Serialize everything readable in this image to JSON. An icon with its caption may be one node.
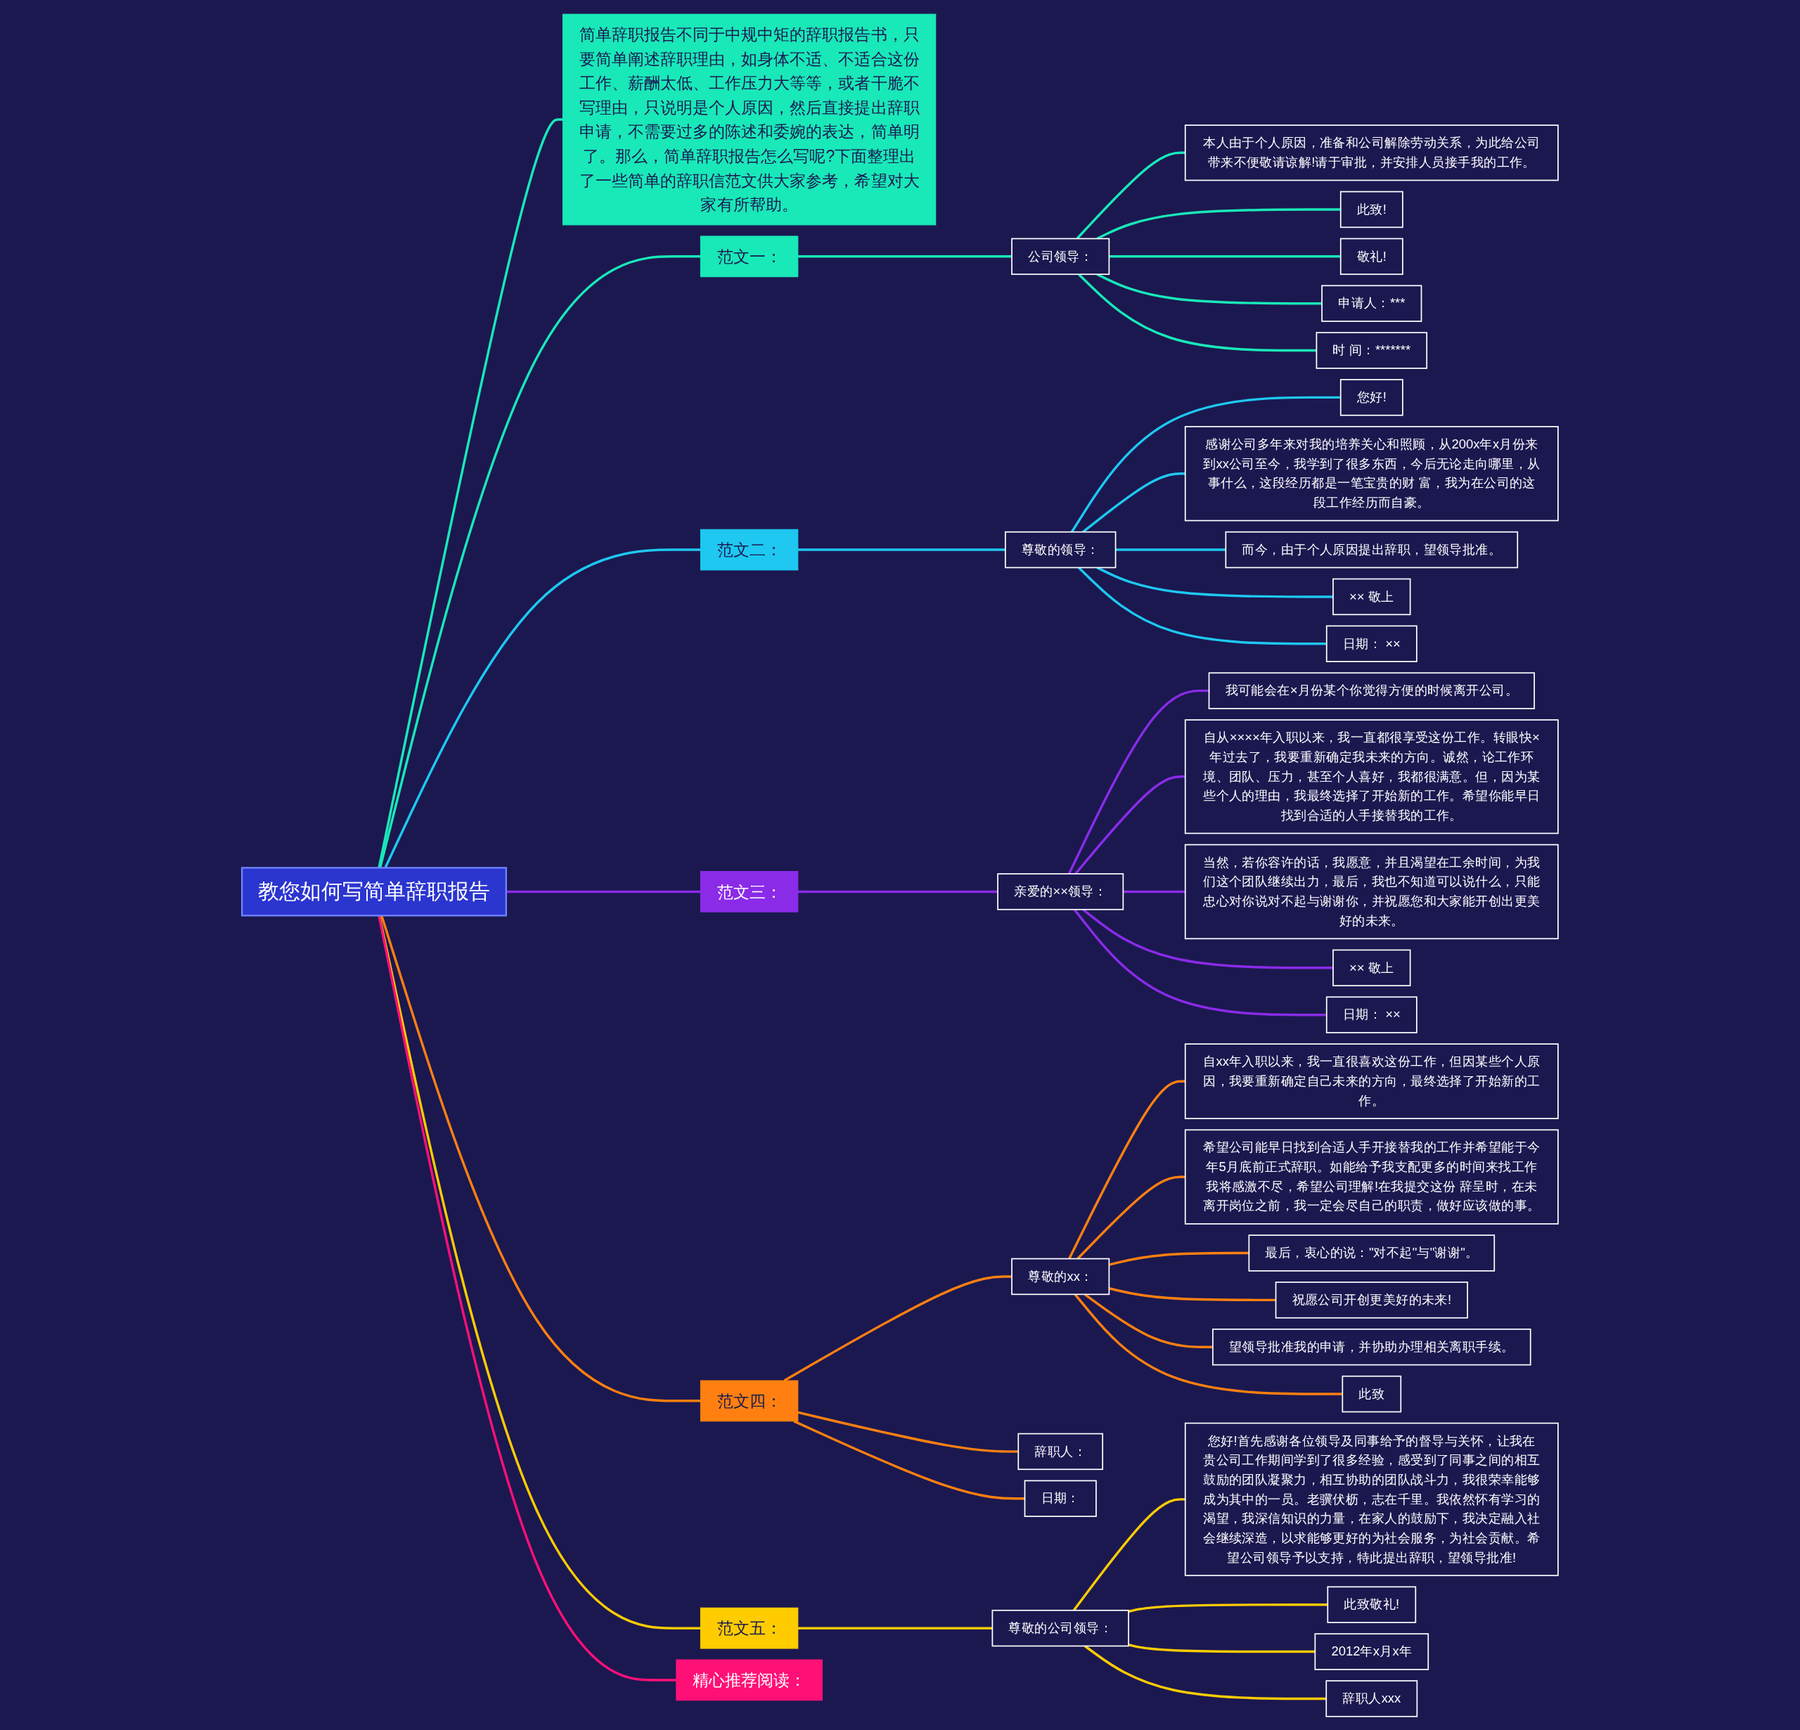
{
  "diagram": {
    "nodes": [
      {
        "text": [
          "教您如何写简单辞职报告"
        ]
      },
      {
        "text": [
          "简单辞职报告不同于中规中矩的辞职报告书，只要简单阐述辞职理由，如身体不适、不适合这份工作、薪酬太低、工作压力大等等，或者干脆不写理由，只说明是个人原因，然后直接提出辞职申请，不需要过多的陈述和委婉的表达，简单明了。那么，简单辞职报告怎么写呢?下面整理出了一些简单的辞职信范文供大家参考，希望对大家有所帮助。"
        ]
      },
      {
        "text": [
          "范文一："
        ]
      },
      {
        "text": [
          "公司领导："
        ]
      },
      {
        "text": [
          "本人由于个人原因，准备和公司解除劳动关系，为此给公司带来不便敬请谅解!请于审批，并安排人员接手我的工作。"
        ]
      },
      {
        "text": [
          "此致!"
        ]
      },
      {
        "text": [
          "敬礼!"
        ]
      },
      {
        "text": [
          "申请人：***"
        ]
      },
      {
        "text": [
          "时 间：*******"
        ]
      },
      {
        "text": [
          "范文二："
        ]
      },
      {
        "text": [
          "尊敬的领导："
        ]
      },
      {
        "text": [
          "您好!"
        ]
      },
      {
        "text": [
          "感谢公司多年来对我的培养关心和照顾，从200x年x月份来到xx公司至今，我学到了很多东西，今后无论走向哪里，从事什么，这段经历都是一笔宝贵的财 富，我为在公司的这段工作经历而自豪。"
        ]
      },
      {
        "text": [
          "而今，由于个人原因提出辞职，望领导批准。"
        ]
      },
      {
        "text": [
          "×× 敬上"
        ]
      },
      {
        "text": [
          "日期：  ××"
        ]
      },
      {
        "text": [
          "范文三："
        ]
      },
      {
        "text": [
          "亲爱的××领导："
        ]
      },
      {
        "text": [
          "我可能会在×月份某个你觉得方便的时候离开公司。"
        ]
      },
      {
        "text": [
          "自从××××年入职以来，我一直都很享受这份工作。转眼快×年过去了，我要重新确定我未来的方向。诚然，论工作环境、团队、压力，甚至个人喜好，我都很满意。但，因为某些个人的理由，我最终选择了开始新的工作。希望你能早日找到合适的人手接替我的工作。"
        ]
      },
      {
        "text": [
          "当然，若你容许的话，我愿意，并且渴望在工余时间，为我们这个团队继续出力，最后，我也不知道可以说什么，只能忠心对你说对不起与谢谢你，并祝愿您和大家能开创出更美好的未来。"
        ]
      },
      {
        "text": [
          "×× 敬上"
        ]
      },
      {
        "text": [
          "日期：  ××"
        ]
      },
      {
        "text": [
          "范文四："
        ]
      },
      {
        "text": [
          "尊敬的xx："
        ]
      },
      {
        "text": [
          "自xx年入职以来，我一直很喜欢这份工作，但因某些个人原因，我要重新确定自己未来的方向，最终选择了开始新的工作。"
        ]
      },
      {
        "text": [
          "希望公司能早日找到合适人手开接替我的工作并希望能于今年5月底前正式辞职。如能给予我支配更多的时间来找工作我将感激不尽，希望公司理解!在我提交这份 辞呈时，在未离开岗位之前，我一定会尽自己的职责，做好应该做的事。"
        ]
      },
      {
        "text": [
          "最后，衷心的说：\"对不起\"与\"谢谢\"。"
        ]
      },
      {
        "text": [
          "祝愿公司开创更美好的未来!"
        ]
      },
      {
        "text": [
          "望领导批准我的申请，并协助办理相关离职手续。"
        ]
      },
      {
        "text": [
          "此致"
        ]
      },
      {
        "text": [
          "辞职人："
        ]
      },
      {
        "text": [
          "日期："
        ]
      },
      {
        "text": [
          "范文五："
        ]
      },
      {
        "text": [
          "尊敬的公司领导："
        ]
      },
      {
        "text": [
          "您好!首先感谢各位领导及同事给予的督导与关怀，让我在贵公司工作期间学到了很多经验，感受到了同事之间的相互鼓励的团队凝聚力，相互协助的团队战斗力，我很荣幸能够成为其中的一员。老骥伏枥，志在千里。我依然怀有学习的渴望，我深信知识的力量，在家人的鼓励下，我决定融入社会继续深造，以求能够更好的为社会服务，为社会贡献。希望公司领导予以支持，特此提出辞职，望领导批准!"
        ]
      },
      {
        "text": [
          "此致敬礼!"
        ]
      },
      {
        "text": [
          "2012年x月x年"
        ]
      },
      {
        "text": [
          "辞职人xxx"
        ]
      },
      {
        "text": [
          "精心推荐阅读："
        ]
      }
    ],
    "edges": [
      {
        "from": 0,
        "to": 1,
        "arrow": "none",
        "color": "#19e8b8"
      },
      {
        "from": 0,
        "to": 2,
        "arrow": "none",
        "color": "#19e8b8"
      },
      {
        "from": 2,
        "to": 3,
        "arrow": "none",
        "color": "#19e8b8"
      },
      {
        "from": 3,
        "to": 4,
        "arrow": "none",
        "color": "#19e8b8"
      },
      {
        "from": 3,
        "to": 5,
        "arrow": "none",
        "color": "#19e8b8"
      },
      {
        "from": 3,
        "to": 6,
        "arrow": "none",
        "color": "#19e8b8"
      },
      {
        "from": 3,
        "to": 7,
        "arrow": "none",
        "color": "#19e8b8"
      },
      {
        "from": 3,
        "to": 8,
        "arrow": "none",
        "color": "#19e8b8"
      },
      {
        "from": 0,
        "to": 9,
        "arrow": "none",
        "color": "#1ec8f0"
      },
      {
        "from": 9,
        "to": 10,
        "arrow": "none",
        "color": "#1ec8f0"
      },
      {
        "from": 10,
        "to": 11,
        "arrow": "none",
        "color": "#1ec8f0"
      },
      {
        "from": 10,
        "to": 12,
        "arrow": "none",
        "color": "#1ec8f0"
      },
      {
        "from": 10,
        "to": 13,
        "arrow": "none",
        "color": "#1ec8f0"
      },
      {
        "from": 10,
        "to": 14,
        "arrow": "none",
        "color": "#1ec8f0"
      },
      {
        "from": 10,
        "to": 15,
        "arrow": "none",
        "color": "#1ec8f0"
      },
      {
        "from": 0,
        "to": 16,
        "arrow": "none",
        "color": "#8a2be8"
      },
      {
        "from": 16,
        "to": 17,
        "arrow": "none",
        "color": "#8a2be8"
      },
      {
        "from": 17,
        "to": 18,
        "arrow": "none",
        "color": "#8a2be8"
      },
      {
        "from": 17,
        "to": 19,
        "arrow": "none",
        "color": "#8a2be8"
      },
      {
        "from": 17,
        "to": 20,
        "arrow": "none",
        "color": "#8a2be8"
      },
      {
        "from": 17,
        "to": 21,
        "arrow": "none",
        "color": "#8a2be8"
      },
      {
        "from": 17,
        "to": 22,
        "arrow": "none",
        "color": "#8a2be8"
      },
      {
        "from": 0,
        "to": 23,
        "arrow": "none"
      },
      {
        "from": 23,
        "to": 24,
        "arrow": "none"
      },
      {
        "from": 24,
        "to": 25,
        "arrow": "none"
      },
      {
        "from": 24,
        "to": 26,
        "arrow": "none"
      },
      {
        "from": 24,
        "to": 27,
        "arrow": "none"
      },
      {
        "from": 24,
        "to": 28,
        "arrow": "none"
      },
      {
        "from": 24,
        "to": 29,
        "arrow": "none"
      },
      {
        "from": 24,
        "to": 30,
        "arrow": "none"
      },
      {
        "from": 23,
        "to": 31,
        "arrow": "none"
      },
      {
        "from": 23,
        "to": 32,
        "arrow": "none"
      },
      {
        "from": 0,
        "to": 33,
        "arrow": "none",
        "color": "#ffcc00"
      },
      {
        "from": 33,
        "to": 34,
        "arrow": "none",
        "color": "#ffcc00"
      },
      {
        "from": 34,
        "to": 35,
        "arrow": "none",
        "color": "#ffcc00"
      },
      {
        "from": 34,
        "to": 36,
        "arrow": "none",
        "color": "#ffcc00"
      },
      {
        "from": 34,
        "to": 37,
        "arrow": "none",
        "color": "#ffcc00"
      },
      {
        "from": 34,
        "to": 38,
        "arrow": "none",
        "color": "#ffcc00"
      },
      {
        "from": 0,
        "to": 39,
        "arrow": "none",
        "color": "#ff1077"
      }
    ]
  }
}
